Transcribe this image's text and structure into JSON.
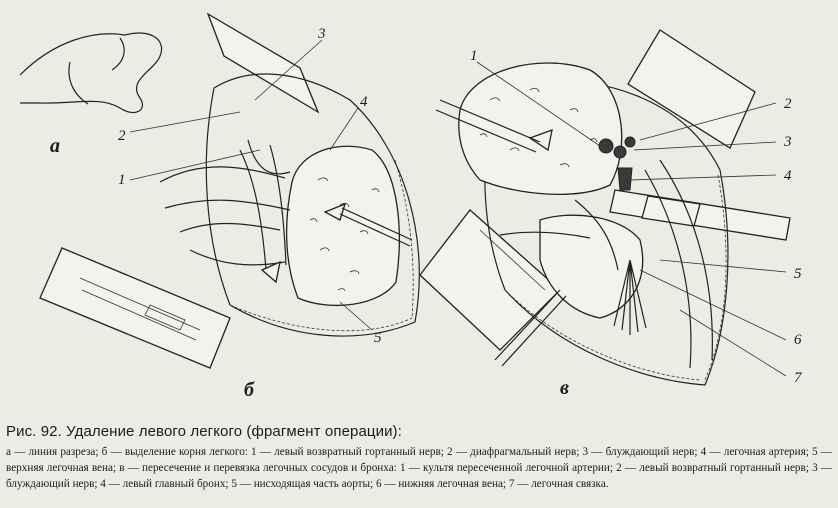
{
  "panels": {
    "a": {
      "letter": "а"
    },
    "b": {
      "letter": "б",
      "labels": [
        "3",
        "2",
        "1",
        "4",
        "5"
      ]
    },
    "v": {
      "letter": "в",
      "labels": [
        "1",
        "2",
        "3",
        "4",
        "5",
        "6",
        "7"
      ]
    }
  },
  "caption": {
    "title": "Рис. 92. Удаление левого легкого (фрагмент операции):",
    "text": "а — линия разреза; б — выделение корня легкого: 1 — левый возвратный гортанный нерв; 2 — диафрагмальный нерв; 3 — блуждающий нерв; 4 — легочная артерия; 5 — верхняя легочная вена; в — пересечение и перевязка легочных сосудов и бронха: 1 — культя пересеченной легочной артерии; 2 — левый возвратный гортанный нерв; 3 — блуждающий нерв; 4 — левый главный бронх; 5 — нисходящая часть аорты; 6 — нижняя легочная вена; 7 — легочная связка."
  }
}
